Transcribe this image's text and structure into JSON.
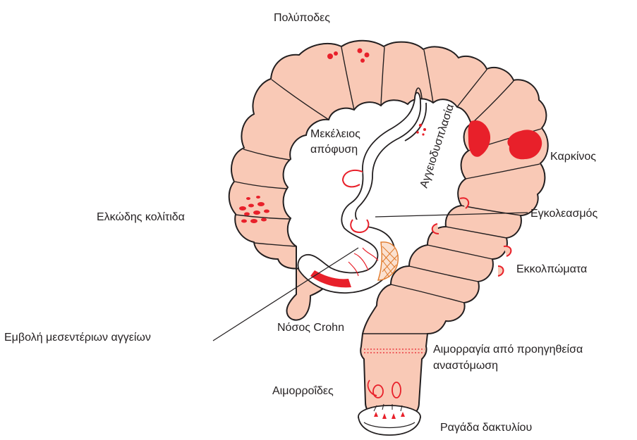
{
  "colors": {
    "tissue": "#f9c9b6",
    "outline": "#231f20",
    "lesion": "#e8202a",
    "crosshatch": "#e07a2c"
  },
  "labels": {
    "polyps": "Πολύποδες",
    "meckel_line1": "Μεκέλειος",
    "meckel_line2": "απόφυση",
    "angiodysplasia": "Αγγειοδυσπλασία",
    "cancer": "Καρκίνος",
    "ulcerative_colitis": "Ελκώδης κολίτιδα",
    "intussusception": "Εγκολεασμός",
    "diverticula": "Εκκολπώματα",
    "crohn": "Νόσος Crohn",
    "mesenteric_embolism": "Εμβολή μεσεντέριων αγγείων",
    "anastomosis_line1": "Αιμορραγία από προηγηθείσα",
    "anastomosis_line2": "αναστόμωση",
    "hemorrhoids": "Αιμορροΐδες",
    "anal_fissure": "Ραγάδα δακτυλίου"
  }
}
